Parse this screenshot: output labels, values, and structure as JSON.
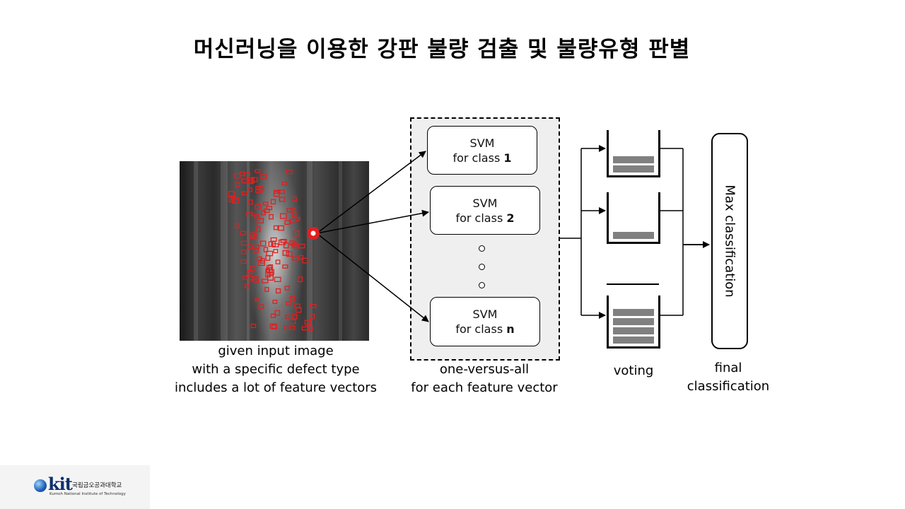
{
  "title": "머신러닝을 이용한 강판 불량 검출 및 불량유형 판별",
  "input_caption": [
    "given input image",
    "with a specific defect type",
    "includes a lot of feature vectors"
  ],
  "svm": {
    "label": "SVM",
    "classes": [
      {
        "prefix": "for class",
        "id": "1"
      },
      {
        "prefix": "for class",
        "id": "2"
      },
      {
        "prefix": "for class",
        "id": "n"
      }
    ]
  },
  "ova_caption": [
    "one-versus-all",
    "for each feature vector"
  ],
  "voting_caption": "voting",
  "voting_bars": [
    2,
    1,
    4
  ],
  "max_label": "Max classification",
  "final_caption": [
    "final",
    "classification"
  ],
  "logo": {
    "name": "kit",
    "korean": "국립금오공과대학교",
    "english": "Kumoh National Institute of Technology"
  },
  "colors": {
    "feature_box": "#e02020",
    "bar": "#808080",
    "logo_blue": "#0f2e6e"
  }
}
